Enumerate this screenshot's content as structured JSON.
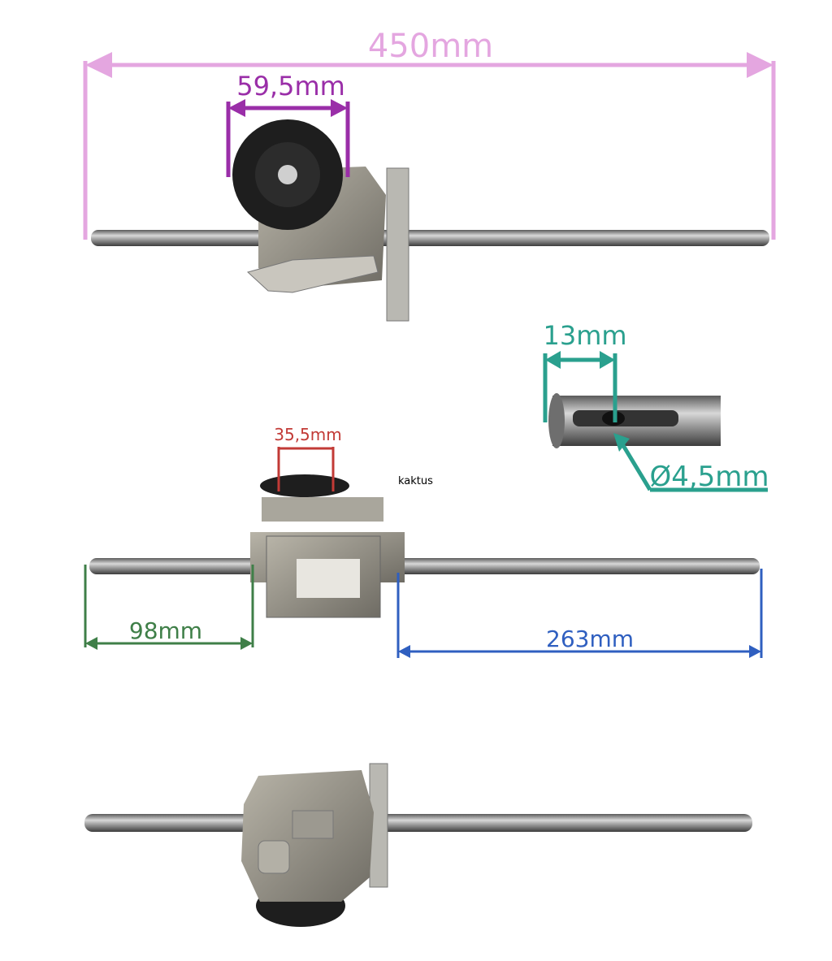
{
  "dimensions": {
    "total_length": "450mm",
    "pulley_diameter": "59,5mm",
    "pulley_width": "35,5mm",
    "shaft_end_to_hole": "13mm",
    "hole_diameter": "Ø4,5mm",
    "left_shaft": "98mm",
    "right_shaft": "263mm"
  },
  "watermark": "kaktus",
  "colors": {
    "total": "#e4a6e0",
    "pulley": "#9a2ea8",
    "pulley_width": "#c23a36",
    "hole": "#2aa08e",
    "left": "#3f7f48",
    "right": "#2f5fc0"
  }
}
